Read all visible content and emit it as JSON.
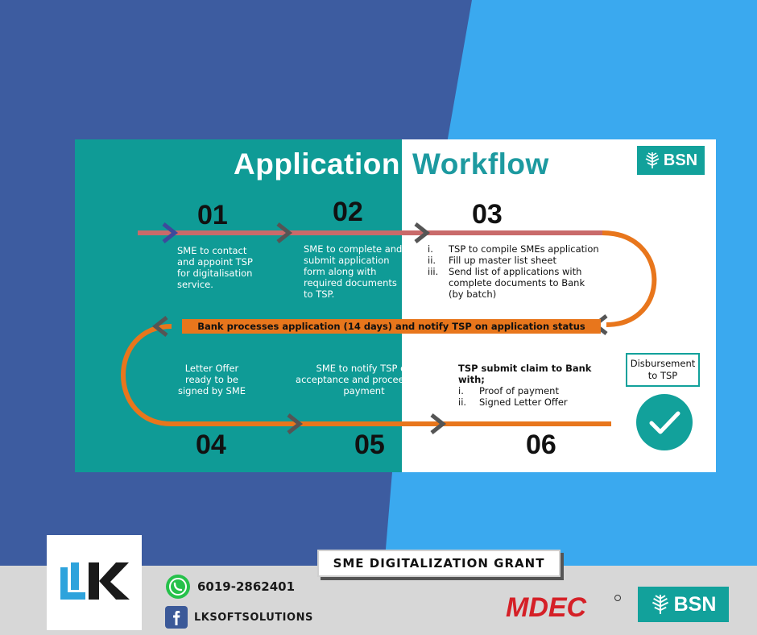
{
  "title": {
    "part1": "Application",
    "part2": "Workflow"
  },
  "brand": {
    "bsn": "BSN"
  },
  "steps": [
    {
      "num": "01",
      "lines": [
        "SME to contact",
        "and appoint TSP",
        "for digitalisation",
        "service."
      ]
    },
    {
      "num": "02",
      "lines": [
        "SME to complete and",
        "submit application",
        "form along with",
        "required documents",
        "to TSP."
      ]
    },
    {
      "num": "03",
      "items": [
        {
          "marker": "i.",
          "lines": [
            "TSP to compile SMEs application"
          ]
        },
        {
          "marker": "ii.",
          "lines": [
            "Fill up master list sheet"
          ]
        },
        {
          "marker": "iii.",
          "lines": [
            "Send list of applications with",
            "complete documents to Bank",
            "(by batch)"
          ]
        }
      ]
    },
    {
      "num": "04",
      "lines": [
        "Letter Offer",
        "ready to be",
        "signed by SME"
      ]
    },
    {
      "num": "05",
      "lines": [
        "SME to notify TSP on",
        "acceptance and proceed with",
        "payment"
      ]
    },
    {
      "num": "06",
      "heading": "TSP submit claim to Bank with;",
      "items": [
        {
          "marker": "i.",
          "lines": [
            "Proof of payment"
          ]
        },
        {
          "marker": "ii.",
          "lines": [
            "Signed Letter Offer"
          ]
        }
      ]
    }
  ],
  "bank_bar": "Bank processes application (14 days) and notify TSP on application status",
  "disbursement": [
    "Disbursement",
    "to TSP"
  ],
  "tag": "SME DIGITALIZATION GRANT",
  "footer": {
    "logo": "LK",
    "phone": "6019-2862401",
    "facebook": "LKSOFTSOLUTIONS",
    "mdec": "MDEC",
    "bsn": "BSN"
  },
  "colors": {
    "dark_blue": "#3d5ca0",
    "light_blue": "#3aa9ef",
    "teal": "#0f9b96",
    "orange": "#e8761c",
    "red_line": "#c96a6a"
  },
  "icons": [
    "whatsapp-icon",
    "facebook-icon",
    "tree-icon",
    "check-icon",
    "chevron-right-icon"
  ]
}
